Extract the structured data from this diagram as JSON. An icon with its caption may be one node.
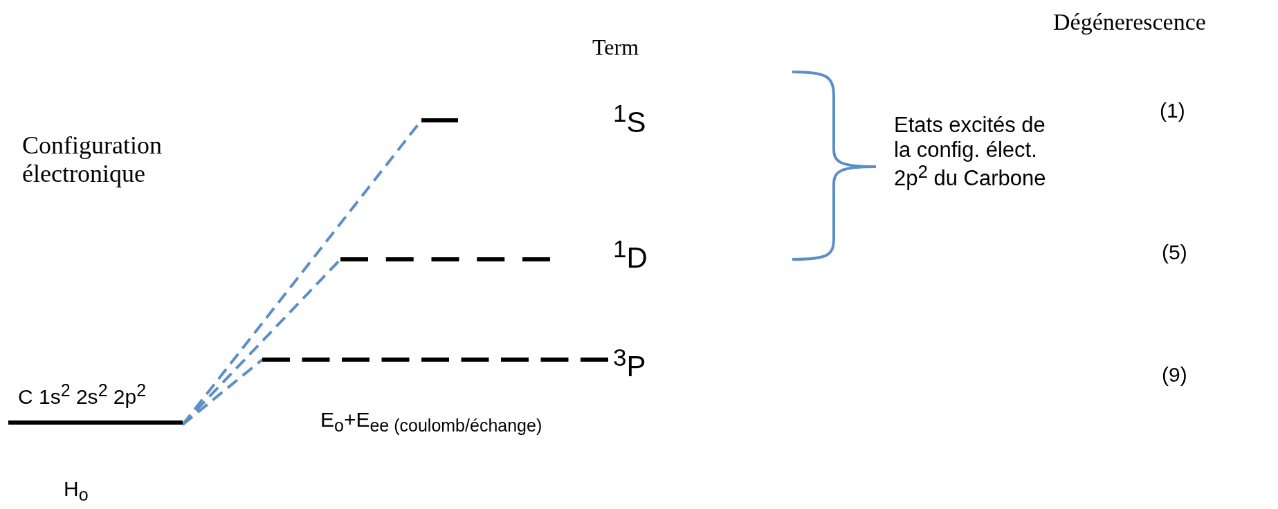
{
  "diagram": {
    "nodes": [
      {
        "text": [],
        "shape": "bar"
      },
      {
        "text": [],
        "shape": "bar"
      },
      {
        "text": [],
        "shape": "bar"
      },
      {
        "text": [],
        "shape": "bar"
      }
    ],
    "edges": [
      {
        "from": 0,
        "to": 1,
        "arrow": "none",
        "style": "dashed"
      },
      {
        "from": 0,
        "to": 2,
        "arrow": "none",
        "style": "dashed"
      },
      {
        "from": 0,
        "to": 3,
        "arrow": "none",
        "style": "dashed"
      }
    ],
    "labels": [
      "Dégénerescence",
      "Term",
      "$^{1}$S",
      "(1)",
      "Configuration électronique",
      "Etats excités de la config. élect. 2p$^{2}$ du Carbone",
      "$^{1}$D",
      "(5)",
      "$^{3}$P",
      "(9)",
      "C 1s$^{2}$ 2s$^{2}$ 2p$^{2}$",
      "E$_{o}$+E$_{ee (coulomb/échange)}$",
      "H$_{o}$"
    ]
  }
}
